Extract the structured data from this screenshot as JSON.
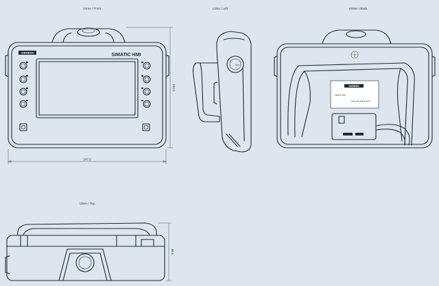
{
  "views": {
    "front": "Vorne / Front",
    "left": "Links / Left",
    "back": "Hinten / Back",
    "top": "Oben / Top"
  },
  "front": {
    "brand": "SIEMENS",
    "product": "SIMATIC HMI",
    "dim_width": "247.9",
    "dim_height": "156.5"
  },
  "back": {
    "label_brand": "SIEMENS",
    "label_line1": "SIMATIC HMI",
    "label_line2": "6AV2 125-2GB23-0AX0"
  },
  "left": {
    "knob_text": "DES"
  },
  "top": {
    "dim_depth": "86.5"
  }
}
